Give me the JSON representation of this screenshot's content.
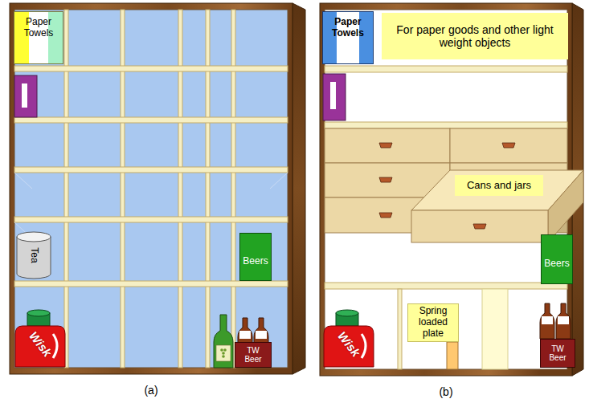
{
  "diagram": {
    "nodes": [
      {
        "text": [
          "(a)"
        ]
      },
      {
        "text": [
          "Paper Towels"
        ],
        "in": 0
      },
      {
        "text": [
          "Tea"
        ],
        "in": 0
      },
      {
        "text": [
          "Beers"
        ],
        "in": 0
      },
      {
        "text": [
          "Wisk"
        ],
        "in": 0
      },
      {
        "text": [
          "TW Beer"
        ],
        "in": 0
      },
      {
        "text": [
          "(b)"
        ]
      },
      {
        "text": [
          "Paper Towels"
        ],
        "in": 6
      },
      {
        "text": [
          "For paper goods and other light weight objects"
        ],
        "in": 6
      },
      {
        "text": [
          "Cans and jars"
        ],
        "in": 6
      },
      {
        "text": [
          "Beers"
        ],
        "in": 6
      },
      {
        "text": [
          "Spring loaded plate"
        ],
        "in": 6
      },
      {
        "text": [
          "Wisk"
        ],
        "in": 6
      },
      {
        "text": [
          "TW Beer"
        ],
        "in": 6
      }
    ]
  }
}
